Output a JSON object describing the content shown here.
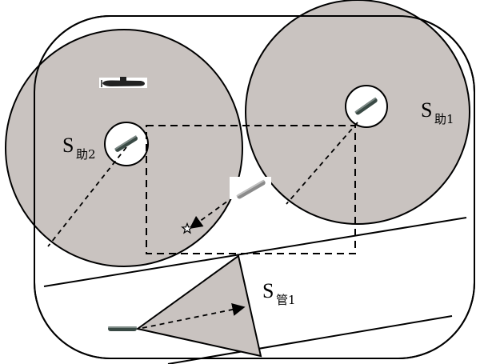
{
  "labels": {
    "s_assist1": {
      "main": "S",
      "sub": "助1"
    },
    "s_assist2": {
      "main": "S",
      "sub": "助2"
    },
    "s_control1": {
      "main": "S",
      "sub": "管1"
    }
  },
  "icons": {
    "submarine": "submarine-icon",
    "torpedo": "torpedo-icon",
    "target": "star-target-icon"
  },
  "colors": {
    "zone_fill": "#c9c3c0",
    "stroke": "#000000",
    "background": "#ffffff"
  }
}
